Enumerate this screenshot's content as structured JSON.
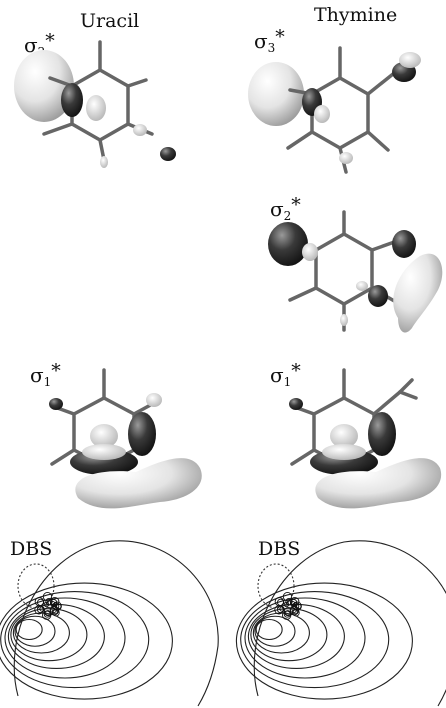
{
  "columns": {
    "left": "Uracil",
    "right": "Thymine"
  },
  "labels": {
    "sigma_symbol": "σ",
    "star": "*",
    "uracil_sigma2_sub": "2",
    "thymine_sigma3_sub": "3",
    "thymine_sigma2_sub": "2",
    "uracil_sigma1_sub": "1",
    "thymine_sigma1_sub": "1",
    "dbs": "DBS"
  }
}
